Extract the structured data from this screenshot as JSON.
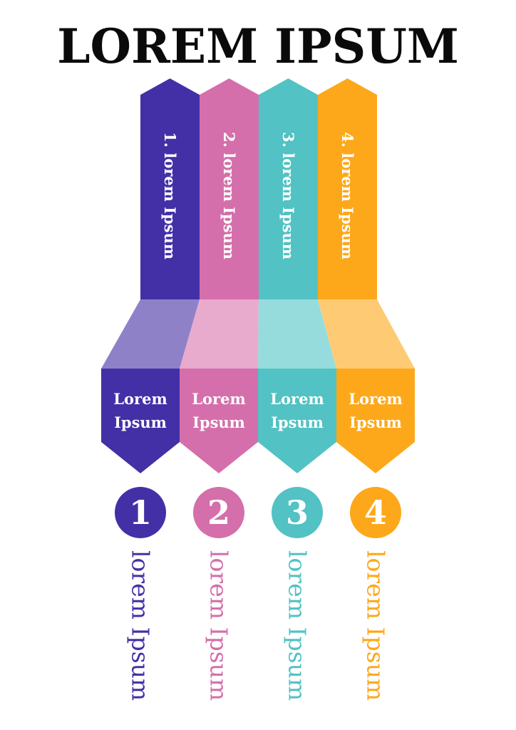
{
  "title": "LOREM IPSUM",
  "steps": [
    {
      "number": "1",
      "column_label": "1. lorem Ipsum",
      "panel_label_line1": "Lorem",
      "panel_label_line2": "Ipsum",
      "bottom_label": "lorem Ipsum",
      "color": "#4330a6",
      "light_color": "#8f81c8"
    },
    {
      "number": "2",
      "column_label": "2. lorem Ipsum",
      "panel_label_line1": "Lorem",
      "panel_label_line2": "Ipsum",
      "bottom_label": "lorem Ipsum",
      "color": "#d46fab",
      "light_color": "#e8aacd"
    },
    {
      "number": "3",
      "column_label": "3. lorem Ipsum",
      "panel_label_line1": "Lorem",
      "panel_label_line2": "Ipsum",
      "bottom_label": "lorem Ipsum",
      "color": "#52c2c4",
      "light_color": "#97dcdc"
    },
    {
      "number": "4",
      "column_label": "4. lorem Ipsum",
      "panel_label_line1": "Lorem",
      "panel_label_line2": "Ipsum",
      "bottom_label": "lorem Ipsum",
      "color": "#fda81a",
      "light_color": "#fecb74"
    }
  ]
}
